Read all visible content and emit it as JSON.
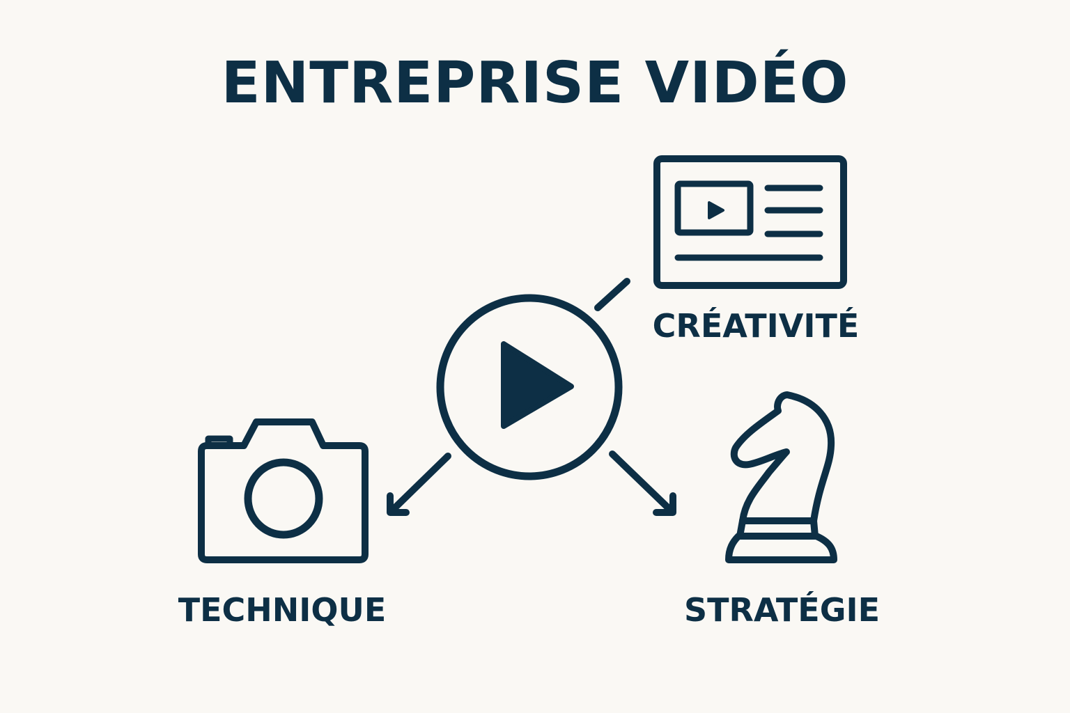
{
  "title": "ENTREPRISE VIDÉO",
  "colors": {
    "ink": "#0D2F45",
    "background": "#FAF8F4"
  },
  "nodes": {
    "center": {
      "icon": "play-circle-icon"
    },
    "creativite": {
      "label": "CRÉATIVITÉ",
      "icon": "video-content-card-icon"
    },
    "technique": {
      "label": "TECHNIQUE",
      "icon": "camera-icon"
    },
    "strategie": {
      "label": "STRATÉGIE",
      "icon": "chess-knight-icon"
    }
  }
}
